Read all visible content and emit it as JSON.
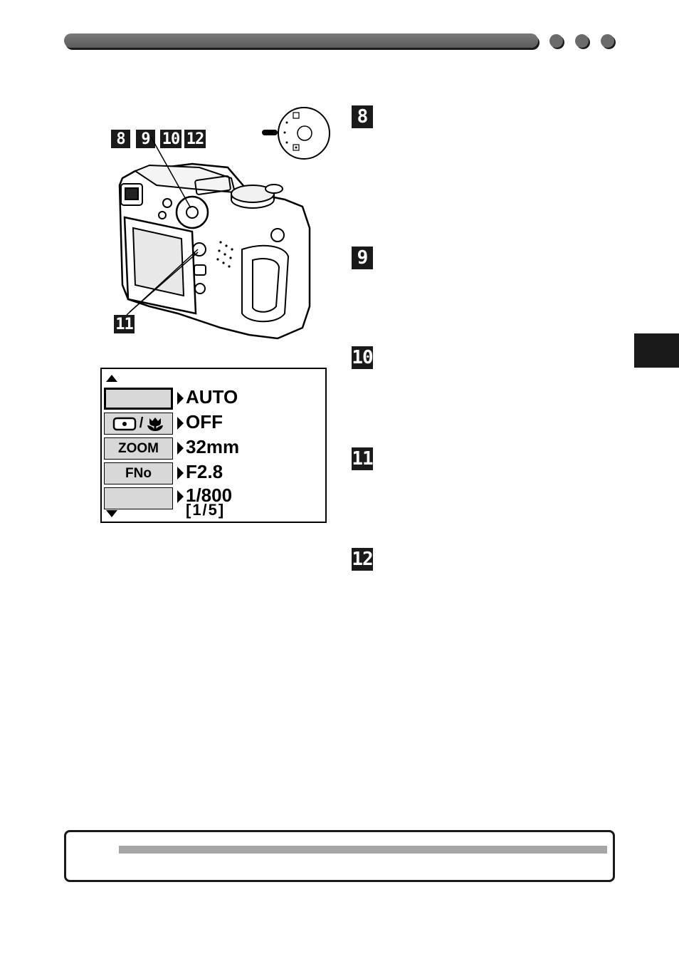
{
  "callouts": {
    "top": [
      "8",
      "9",
      "10",
      "12"
    ],
    "bottom": "11"
  },
  "right_markers": [
    "8",
    "9",
    "10",
    "11",
    "12"
  ],
  "menu": {
    "rows": [
      {
        "label": "",
        "value": "AUTO",
        "selected": true
      },
      {
        "label": "/",
        "value": "OFF"
      },
      {
        "label": "ZOOM",
        "value": "32mm"
      },
      {
        "label": "FNo",
        "value": "F2.8"
      },
      {
        "label": "",
        "value": "1/800"
      }
    ],
    "page_indicator": "[1/5]"
  },
  "icons": {
    "scroll_up": "triangle-up-icon",
    "scroll_down": "triangle-down-icon",
    "spot_metering": "spot-metering-icon",
    "macro": "tulip-macro-icon"
  }
}
